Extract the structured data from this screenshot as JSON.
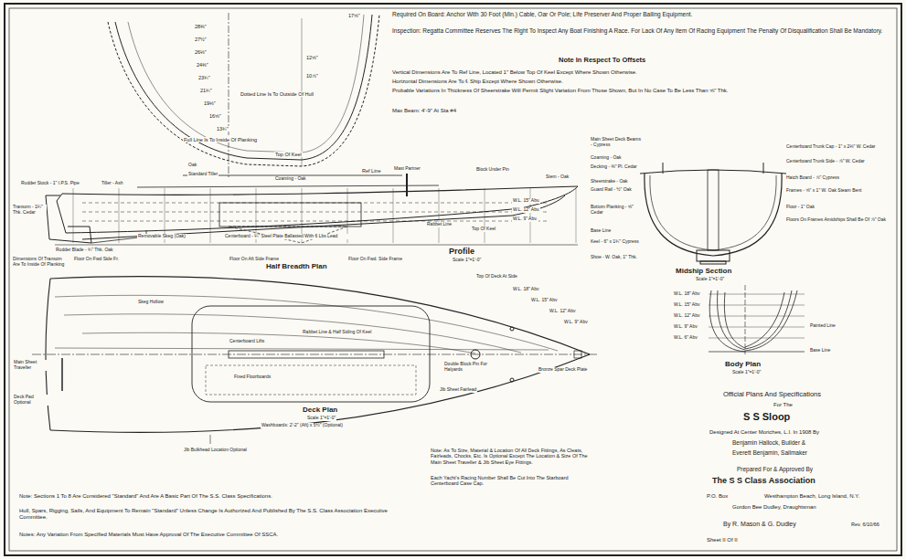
{
  "diagram": {
    "labels": [
      "Required On Board: Anchor With 30 Foot (Min.) Cable, Oar Or Pole; Life Preserver And Proper Bailing Equipment.",
      "Inspection: Regatta Committee Reserves The Right To Inspect Any Boat Finishing A Race. For Lack Of Any Item Of Racing Equipment The Penalty Of Disqualification Shall Be Mandatory.",
      "Note In Respect To Offsets",
      "Vertical Dimensions Are To Ref Line, Located 1\" Below Top Of Keel Except Where Shown Otherwise.",
      "Horizontal Dimensions Are To ℄ Ship Except Where Shown Otherwise.",
      "Probable Variations In Thickness Of Sheerstrake Will Permit Slight Variation From Those Shown, But In No Case To Be Less Than ⅝\" Thk.",
      "Max Beam: 4'-9\" At Sta #4",
      "28⅜\"",
      "27½\"",
      "26⅛\"",
      "24⅜\"",
      "23¾\"",
      "21¾\"",
      "19⅛\"",
      "16⅝\"",
      "13¾\"",
      "17⅝\"",
      "12⅝\"",
      "10⅞\"",
      "Dotted Line Is To Outside Of Hull",
      "Full Line Is To Inside Of Planking",
      "Top Of Keel",
      "Ref Line",
      "Rudder Stock - 1\" I.P.S. Pipe",
      "Tiller - Ash",
      "Oak",
      "Standard Tiller",
      "Coaming - Oak",
      "Mast Partner",
      "Block Under Pin",
      "Stem - Oak",
      "Transom - 1¼\" Thk. Cedar",
      "W.L. 15\" Abv.",
      "W.L. 12\" Abv.",
      "W.L. 9\" Abv.",
      "Centerboard - ¼\" Steel Plate Ballasted With 6 Lbs Lead",
      "Rabbet Line",
      "Top Of Keel",
      "Removable Skeg (Oak)",
      "Rudder Blade - ¾\" Thk. Oak",
      "Dimensions Of Transom Are To Inside Of Planking",
      "Profile",
      "Scale 1\"=1'-0\"",
      "Floor On Fwd Side Fr.",
      "Floor On Aft Side Frame",
      "Floor On Fwd. Side Frame",
      "Main Sheet Deck Beams - Cypress",
      "Coaming - Oak",
      "Decking - ⅜\" Pl. Cedar",
      "Sheerstrake - Oak",
      "Guard Rail - ½\" Oak",
      "Bottom Planking - ⅝\" Cedar",
      "Base Line",
      "Keel - 6\" x 1¾\" Cypress",
      "Shoe - W. Oak, 1\" Thk.",
      "Centerboard Trunk Cap - 1\" x 2⅛\" W. Cedar",
      "Centerboard Trunk Side - ⅞\" W. Cedar",
      "Hatch Board - ⅞\" Cypress",
      "Frames - ⅝\" x 1\" W. Oak Steam Bent",
      "Floor - 1\" Oak",
      "Floors On Frames Amidships Shall Be Of ⅞\" Oak",
      "Midship Section",
      "Scale 1\"=1'-0\"",
      "W.L. 18\" Abv",
      "W.L. 15\" Abv",
      "W.L. 12\" Abv",
      "W.L. 9\" Abv",
      "W.L. 6\" Abv",
      "Painted Line",
      "Base Line",
      "Body Plan",
      "Scale 1\"=1'-0\"",
      "Half Breadth Plan",
      "Top Of Deck At Side",
      "W.L. 18\" Abv",
      "W.L. 15\" Abv",
      "W.L. 12\" Abv",
      "W.L. 9\" Abv",
      "Skeg Hollow",
      "Rabbet Line & Half Siding Of Keel",
      "Centerboard Lifts",
      "Fixed Floorboards",
      "Main Sheet Traveller",
      "Deck Pad Optional",
      "Double Block Pin For Halyards",
      "Bronze Spar Deck Plate",
      "Jib Sheet Fairlead",
      "Deck Plan",
      "Scale 1\"=1'-0\"",
      "Washboards: 2'-2\" (Aft) x 5½\" (Optional)",
      "Jib Bulkhead Location Optional",
      "Note: As To Size, Material & Location Of All Deck Fittings, As Cleats, Fairleads, Chocks, Etc. Is Optional Except The Location & Size Of The Main Sheet Traveller & Jib Sheet Eye Fittings.",
      "Each Yacht's Racing Number Shall Be Cut Into The Starboard Centerboard Case Cap.",
      "Note: Sections 1 To 8 Are Considered \"Standard\" And Are A Basic Part Of The S.S. Class Specifications.",
      "Hull, Spars, Rigging, Sails, And Equipment To Remain \"Standard\" Unless Change Is Authorized And Published By The S.S. Class Association Executive Committee.",
      "Notes: Any Variation From Specified Materials Must Have Approval Of The Executive Committee Of SSCA.",
      "Official Plans And Specifications",
      "For The",
      "S S Sloop",
      "Designed At Center Moriches, L.I. In 1908 By",
      "Benjamin Hallock, Builder &",
      "Everett Benjamin, Sailmaker",
      "Prepared For & Approved By",
      "The S S Class Association",
      "P.O. Box",
      "Westhampton Beach, Long Island, N.Y.",
      "Gordon Bee Dudley, Draughtsman",
      "By R. Mason & G. Dudley",
      "Rev. 6/10/66",
      "Sheet II Of II"
    ]
  }
}
